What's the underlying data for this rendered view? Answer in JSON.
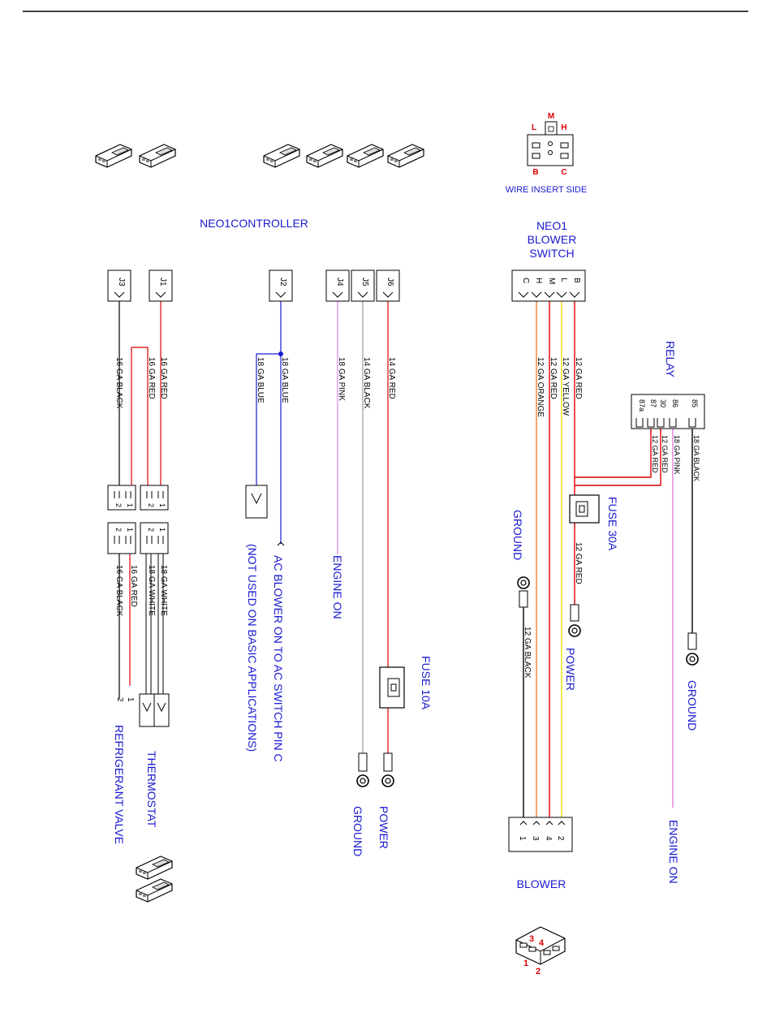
{
  "title": "NEO1CONTROLLER",
  "wire_insert": {
    "pins": {
      "m": "M",
      "l": "L",
      "h": "H",
      "b": "B",
      "c": "C"
    },
    "caption": "WIRE INSERT SIDE"
  },
  "switch": {
    "title_lines": [
      "NEO1",
      "BLOWER",
      "SWITCH"
    ],
    "pins": [
      "C",
      "H",
      "M",
      "L",
      "B"
    ]
  },
  "relay": {
    "title": "RELAY",
    "pins": [
      "87a",
      "87",
      "30",
      "86",
      "85"
    ]
  },
  "controller": {
    "left_connectors": [
      "J3",
      "J1"
    ],
    "right_connectors": [
      "J2",
      "J4",
      "J5",
      "J6"
    ]
  },
  "wires": {
    "j3_black": "16 GA BLACK",
    "j3_red": "16 GA RED",
    "j1_red": "16 GA RED",
    "j2_blue": "18 GA BLUE",
    "j2_blue_branch": "18 GA BLUE",
    "j4_pink": "18 GA PINK",
    "j5_black": "14 GA BLACK",
    "j6_red": "14 GA RED",
    "sw_orange": "12 GA ORANGE",
    "sw_red": "12 GA RED",
    "sw_yellow": "12 GA YELLOW",
    "sw_b_red": "12 GA RED",
    "relay_87_red": "12 GA RED",
    "relay_30_red": "12 GA RED",
    "relay_pink": "18 GA PINK",
    "relay_black": "18 GA BLACK",
    "lower_black": "16 GA BLACK",
    "lower_red": "16 GA RED",
    "lower_white": "18 GA WHITE",
    "lower_white2": "18 GA WHITE",
    "ground_black": "12 GA BLACK",
    "fuse30_red": "12 GA RED"
  },
  "mid_connectors": {
    "pin1": "1",
    "pin2": "2"
  },
  "labels": {
    "refrigerant_valve": "REFRIGERANT VALVE",
    "thermostat": "THERMOSTAT",
    "ac_blower_line1": "(NOT USED ON BASIC APPLICATIONS)",
    "ac_blower_line2": "AC BLOWER ON TO AC SWITCH PIN C",
    "engine_on": "ENGINE ON",
    "ground": "GROUND",
    "power": "POWER",
    "fuse10": "FUSE 10A",
    "fuse30": "FUSE 30A",
    "ground_switch": "GROUND",
    "power_switch": "POWER",
    "ground_relay": "GROUND",
    "engine_on_relay": "ENGINE ON",
    "blower": "BLOWER",
    "valve_pins": [
      "1",
      "2"
    ]
  },
  "blower_connector": {
    "pins": [
      "1",
      "3",
      "4",
      "2"
    ]
  },
  "blower_plug_pins": {
    "p1": "1",
    "p2": "2",
    "p3": "3",
    "p4": "4"
  },
  "colors": {
    "red": "#e00000",
    "orange": "#f08030",
    "yellow": "#f0e000",
    "pink": "#e080e0",
    "blue": "#1a1ad0",
    "gray": "#999999",
    "black": "#000000"
  }
}
